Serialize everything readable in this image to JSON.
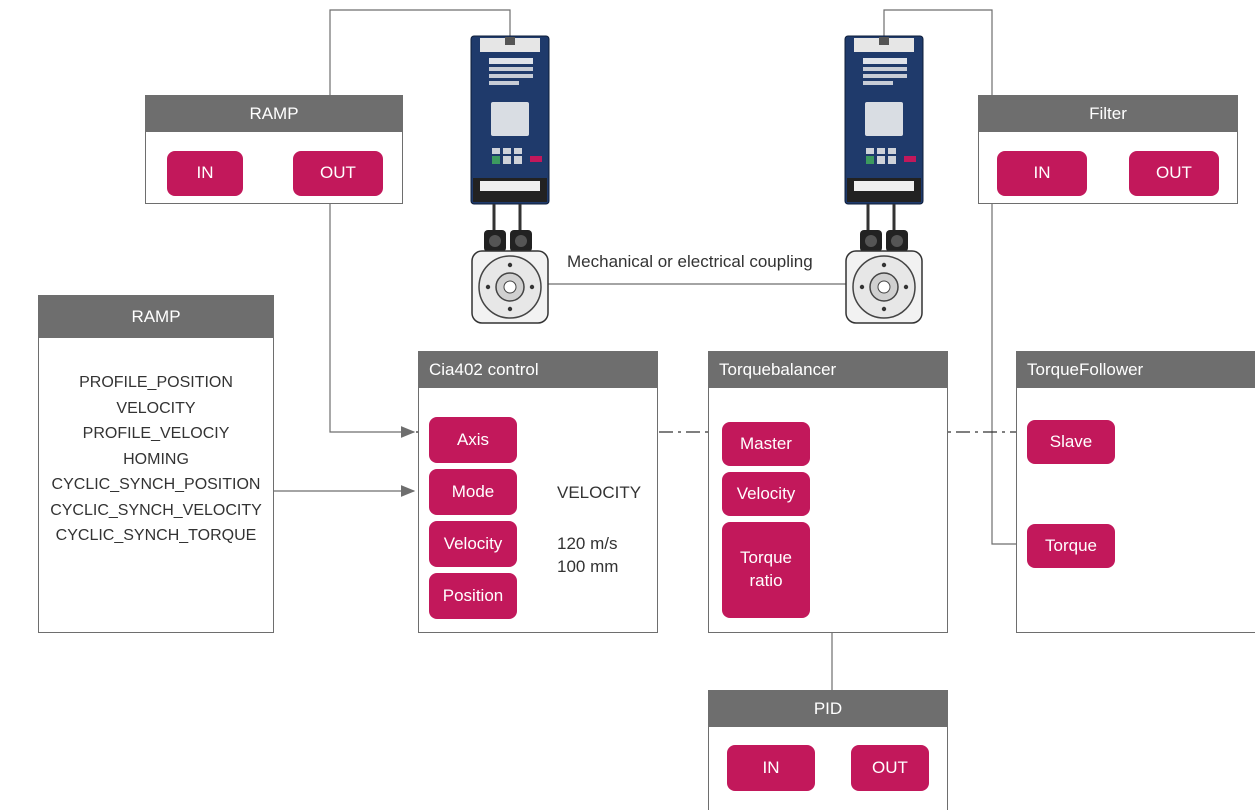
{
  "ramp_left": {
    "title": "RAMP",
    "in_label": "IN",
    "out_label": "OUT"
  },
  "filter_block": {
    "title": "Filter",
    "in_label": "IN",
    "out_label": "OUT"
  },
  "mode_block": {
    "title": "RAMP",
    "modes": [
      "PROFILE_POSITION",
      "VELOCITY",
      "PROFILE_VELOCIY",
      "HOMING",
      "CYCLIC_SYNCH_POSITION",
      "CYCLIC_SYNCH_VELOCITY",
      "CYCLIC_SYNCH_TORQUE"
    ]
  },
  "cia402": {
    "title": "Cia402 control",
    "axis_label": "Axis",
    "mode_label": "Mode",
    "velocity_label": "Velocity",
    "position_label": "Position",
    "mode_value": "VELOCITY",
    "velocity_value": "120 m/s",
    "position_value": "100 mm"
  },
  "torquebalancer": {
    "title": "Torquebalancer",
    "master_label": "Master",
    "velocity_label": "Velocity",
    "torque_ratio_label": "Torque\nratio"
  },
  "torquefollower": {
    "title": "TorqueFollower",
    "slave_label": "Slave",
    "torque_label": "Torque"
  },
  "pid_block": {
    "title": "PID",
    "in_label": "IN",
    "out_label": "OUT"
  },
  "coupling_label": "Mechanical or electrical coupling",
  "colors": {
    "accent": "#c2185b",
    "header": "#6e6e6e",
    "line": "#6e6e6e",
    "drive_body": "#1f3a6b"
  }
}
